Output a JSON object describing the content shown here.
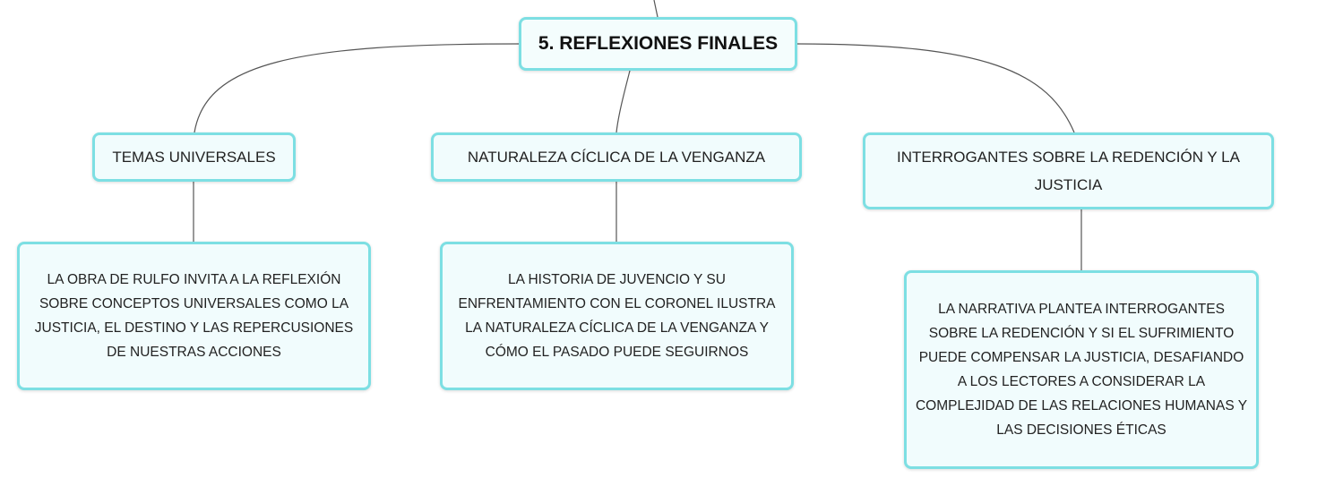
{
  "colors": {
    "node_fill": "#f1fcfd",
    "node_border": "#7ddfe3",
    "connector": "#555555"
  },
  "root": {
    "label": "5. REFLEXIONES FINALES"
  },
  "branches": [
    {
      "label": "TEMAS UNIVERSALES",
      "detail": "LA OBRA DE RULFO INVITA A LA REFLEXIÓN SOBRE CONCEPTOS UNIVERSALES COMO LA JUSTICIA, EL DESTINO Y LAS REPERCUSIONES DE NUESTRAS ACCIONES"
    },
    {
      "label": "NATURALEZA CÍCLICA DE LA VENGANZA",
      "detail": "LA HISTORIA DE JUVENCIO Y SU ENFRENTAMIENTO CON EL CORONEL ILUSTRA LA NATURALEZA CÍCLICA DE LA VENGANZA Y CÓMO EL PASADO PUEDE SEGUIRNOS"
    },
    {
      "label": "INTERROGANTES SOBRE LA REDENCIÓN Y LA JUSTICIA",
      "detail": "LA NARRATIVA PLANTEA INTERROGANTES SOBRE LA REDENCIÓN Y SI EL SUFRIMIENTO PUEDE COMPENSAR LA JUSTICIA, DESAFIANDO A LOS LECTORES A CONSIDERAR LA COMPLEJIDAD DE LAS RELACIONES HUMANAS Y LAS DECISIONES ÉTICAS"
    }
  ]
}
